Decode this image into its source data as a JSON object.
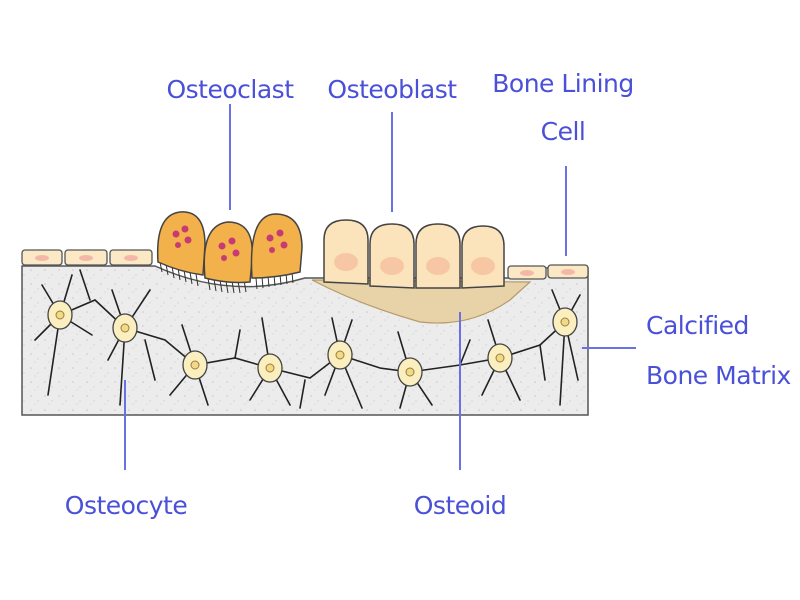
{
  "labels": {
    "osteoclast": "Osteoclast",
    "osteoblast": "Osteoblast",
    "bone_lining_1": "Bone Lining",
    "bone_lining_2": "Cell",
    "calcified_1": "Calcified",
    "calcified_2": "Bone Matrix",
    "osteocyte": "Osteocyte",
    "osteoid": "Osteoid"
  },
  "colors": {
    "label": "#4a50d8",
    "leader": "#6a70e6",
    "matrix": "#ececec",
    "osteoclast": "#f2b14a",
    "osteoblast": "#fbe3bb",
    "osteoid": "#e8d2a8",
    "lining": "#fbe8c4",
    "nucleus": "#c83a73",
    "osteocyte": "#fbefc0"
  }
}
